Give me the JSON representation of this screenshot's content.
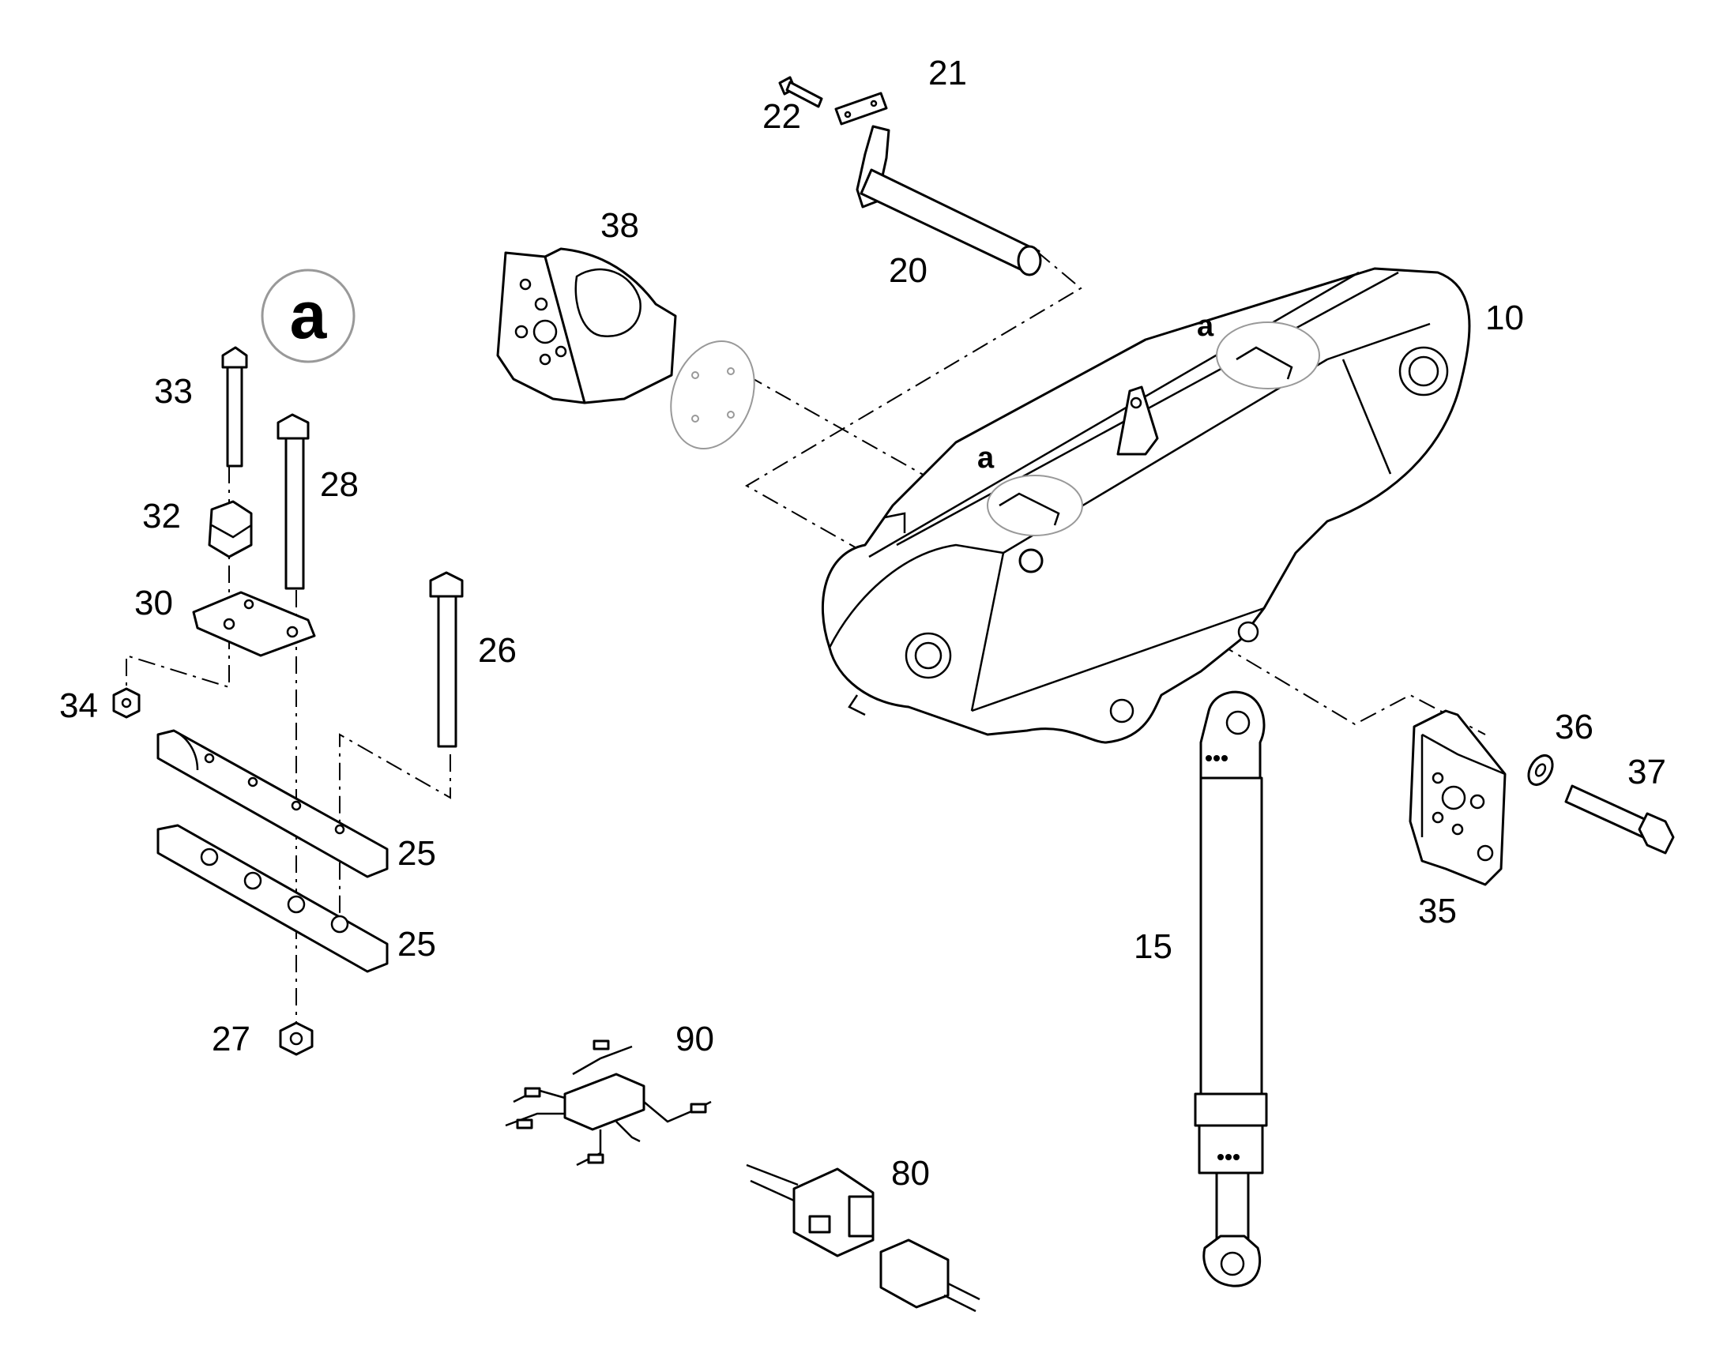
{
  "detail_marker": {
    "letter": "a"
  },
  "detail_callouts": [
    {
      "text": "a"
    },
    {
      "text": "a"
    }
  ],
  "callouts": {
    "p10": "10",
    "p15": "15",
    "p20": "20",
    "p21": "21",
    "p22": "22",
    "p25a": "25",
    "p25b": "25",
    "p26": "26",
    "p27": "27",
    "p28": "28",
    "p30": "30",
    "p32": "32",
    "p33": "33",
    "p34": "34",
    "p35": "35",
    "p36": "36",
    "p37": "37",
    "p38": "38",
    "p80": "80",
    "p90": "90"
  }
}
